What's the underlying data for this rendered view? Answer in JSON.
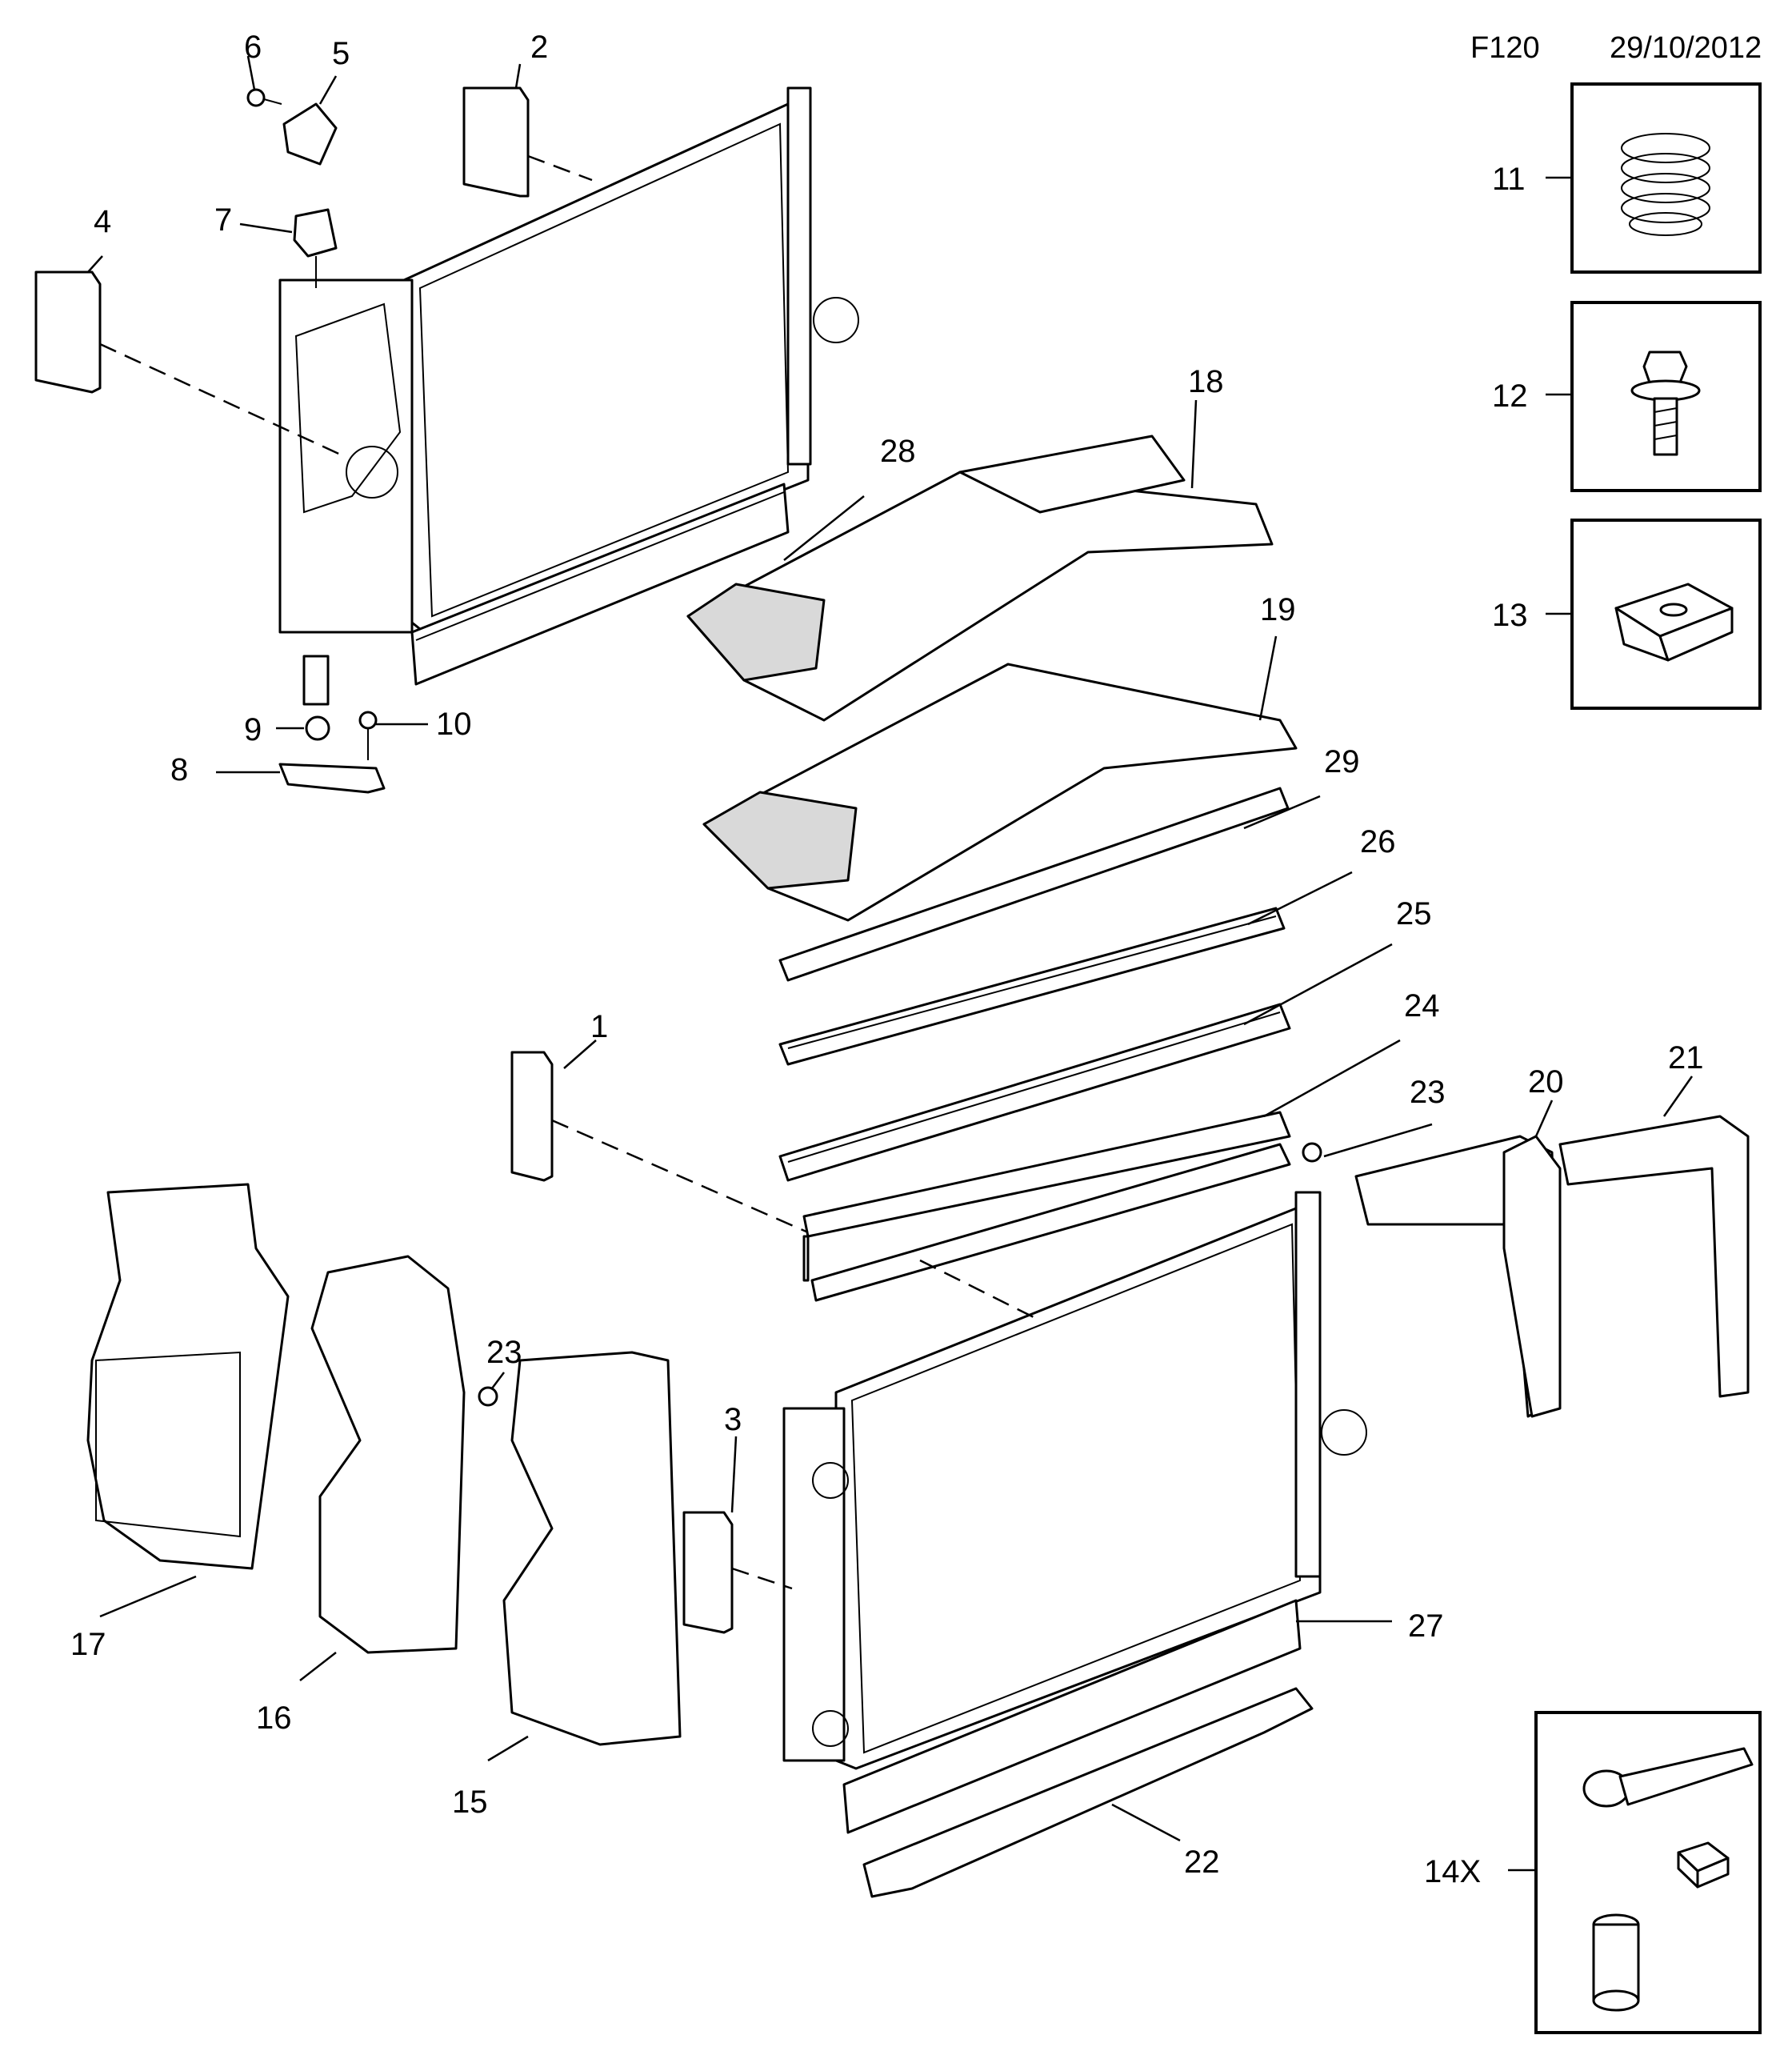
{
  "header": {
    "diagram_code": "F120",
    "date": "29/10/2012"
  },
  "callouts": {
    "c1": "1",
    "c2": "2",
    "c3": "3",
    "c4": "4",
    "c5": "5",
    "c6": "6",
    "c7": "7",
    "c8": "8",
    "c9": "9",
    "c10": "10",
    "c11": "11",
    "c12": "12",
    "c13": "13",
    "c14": "14X",
    "c15": "15",
    "c16": "16",
    "c17": "17",
    "c18": "18",
    "c19": "19",
    "c20": "20",
    "c21": "21",
    "c22": "22",
    "c23a": "23",
    "c23b": "23",
    "c24": "24",
    "c25": "25",
    "c26": "26",
    "c27": "27",
    "c28": "28",
    "c29": "29"
  }
}
